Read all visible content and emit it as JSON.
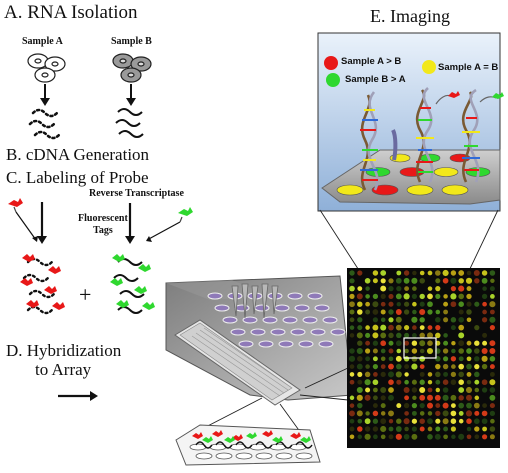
{
  "steps": {
    "a": "A.  RNA Isolation",
    "b": "B.  cDNA Generation",
    "c": "C.  Labeling of Probe",
    "d_line1": "D.  Hybridization",
    "d_line2": "to Array",
    "e": "E.  Imaging"
  },
  "samples": {
    "a": "Sample A",
    "b": "Sample B"
  },
  "enzyme": "Reverse Transcriptase",
  "tags_line1": "Fluorescent",
  "tags_line2": "Tags",
  "plus_sign": "+",
  "legend": {
    "a_gt_b": "Sample A > B",
    "b_gt_a": "Sample B > A",
    "a_eq_b": "Sample A = B"
  },
  "colors": {
    "red": "#e81818",
    "green": "#2fd82f",
    "yellow": "#f2e81a",
    "panel_blue": "#bcd3ee",
    "array_dark": "#0a0a0a"
  }
}
